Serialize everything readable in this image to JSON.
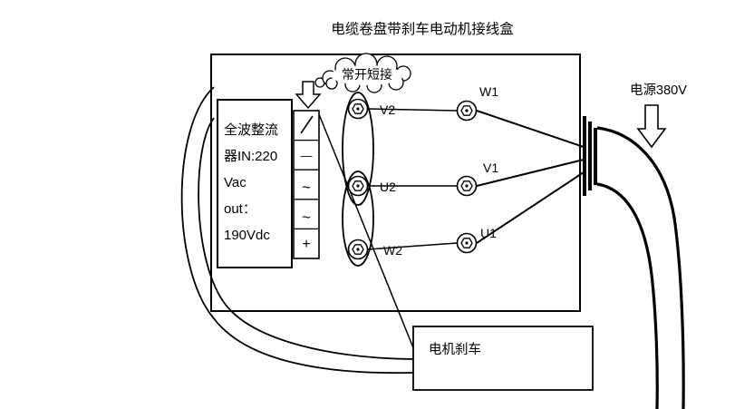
{
  "title": "电缆卷盘带刹车电动机接线盒",
  "cloud": {
    "label": "常开短接"
  },
  "rectifier": {
    "lines": [
      "全波整流",
      "器IN:220",
      "Vac",
      "out：",
      "190Vdc"
    ]
  },
  "terminal_strip": {
    "symbols": [
      "",
      "—",
      "~",
      "~",
      "+"
    ]
  },
  "terminals_left": [
    {
      "label": "V2"
    },
    {
      "label": "U2"
    },
    {
      "label": "W2"
    }
  ],
  "terminals_right": [
    {
      "label": "W1"
    },
    {
      "label": "V1"
    },
    {
      "label": "U1"
    }
  ],
  "power": {
    "label": "电源380V"
  },
  "brake_box": {
    "label": "电机刹车"
  },
  "colors": {
    "ink": "#000000",
    "background": "#ffffff"
  }
}
